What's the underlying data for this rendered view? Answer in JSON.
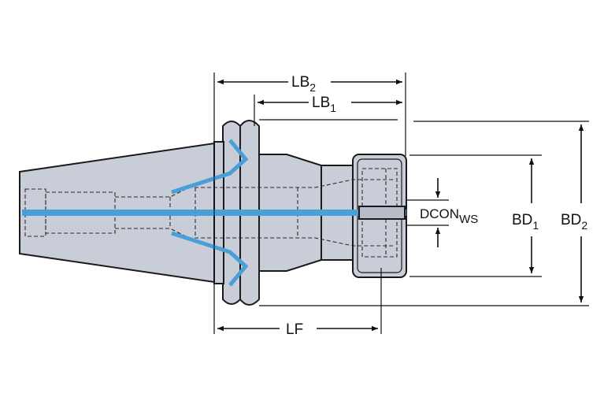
{
  "diagram": {
    "colors": {
      "body": "#c9cdd8",
      "body_dark": "#b7bcc9",
      "coolant": "#4a9fd6",
      "line": "#1a1a1a"
    },
    "labels": {
      "lb2": {
        "main": "LB",
        "sub": "2"
      },
      "lb1": {
        "main": "LB",
        "sub": "1"
      },
      "lf": {
        "main": "LF",
        "sub": ""
      },
      "bd1": {
        "main": "BD",
        "sub": "1"
      },
      "bd2": {
        "main": "BD",
        "sub": "2"
      },
      "dcon": {
        "main": "DCON",
        "sub": "WS"
      }
    }
  }
}
